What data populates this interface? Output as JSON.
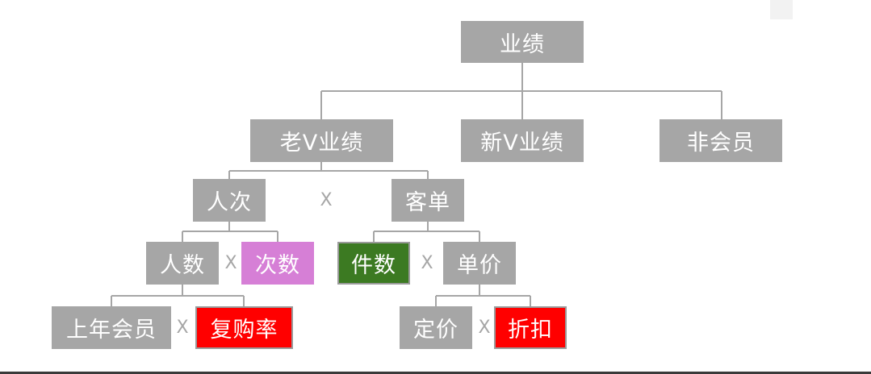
{
  "diagram": {
    "root": "业绩",
    "level1": [
      "老V业绩",
      "新V业绩",
      "非会员"
    ],
    "old_v": {
      "people_count": "人次",
      "per_customer": "客单"
    },
    "people_count_parts": {
      "headcount": "人数",
      "frequency": "次数"
    },
    "headcount_parts": {
      "last_year_members": "上年会员",
      "repurchase_rate": "复购率"
    },
    "per_customer_parts": {
      "item_count": "件数",
      "unit_price": "单价"
    },
    "unit_price_parts": {
      "list_price": "定价",
      "discount": "折扣"
    },
    "operator": "X"
  }
}
